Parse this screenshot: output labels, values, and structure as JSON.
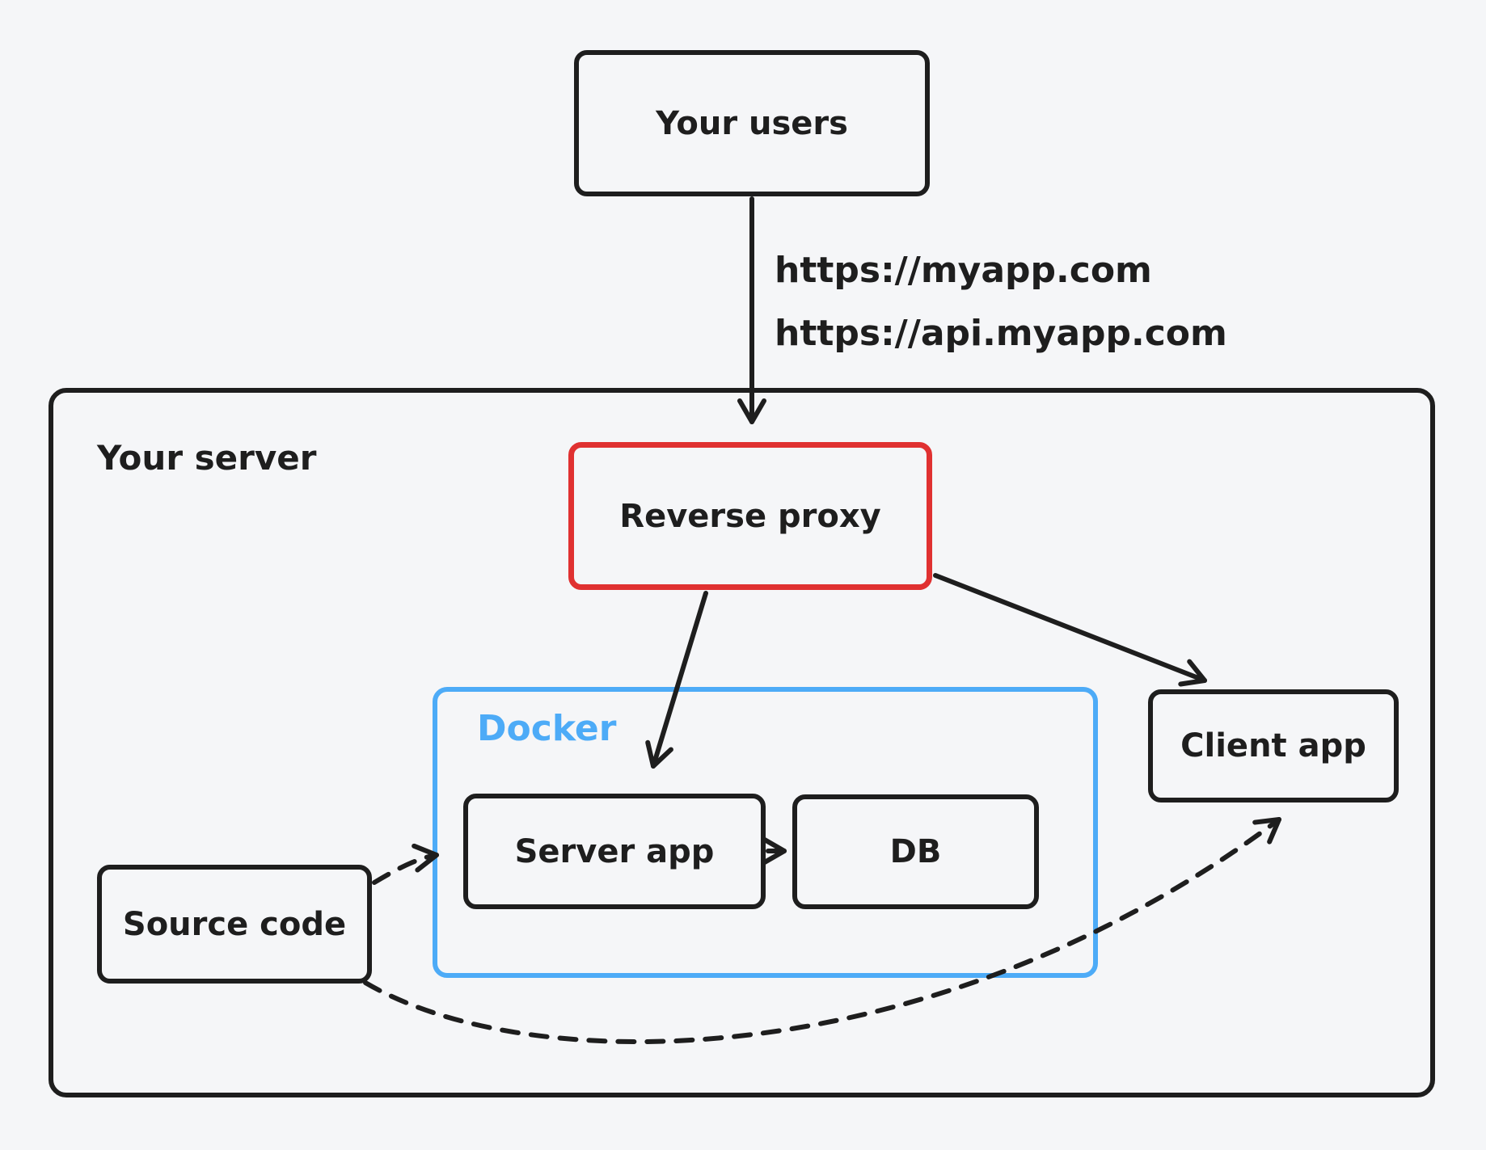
{
  "colors": {
    "bg": "#f5f6f8",
    "stroke": "#1e1e1e",
    "red": "#e03131",
    "blue": "#4dabf7"
  },
  "nodes": {
    "your_users": {
      "label": "Your users"
    },
    "your_server": {
      "label": "Your server"
    },
    "reverse_proxy": {
      "label": "Reverse proxy"
    },
    "docker": {
      "label": "Docker"
    },
    "server_app": {
      "label": "Server app"
    },
    "db": {
      "label": "DB"
    },
    "client_app": {
      "label": "Client app"
    },
    "source_code": {
      "label": "Source code"
    }
  },
  "edges": {
    "users_to_proxy": {
      "label_line1": "https://myapp.com",
      "label_line2": "https://api.myapp.com"
    }
  }
}
